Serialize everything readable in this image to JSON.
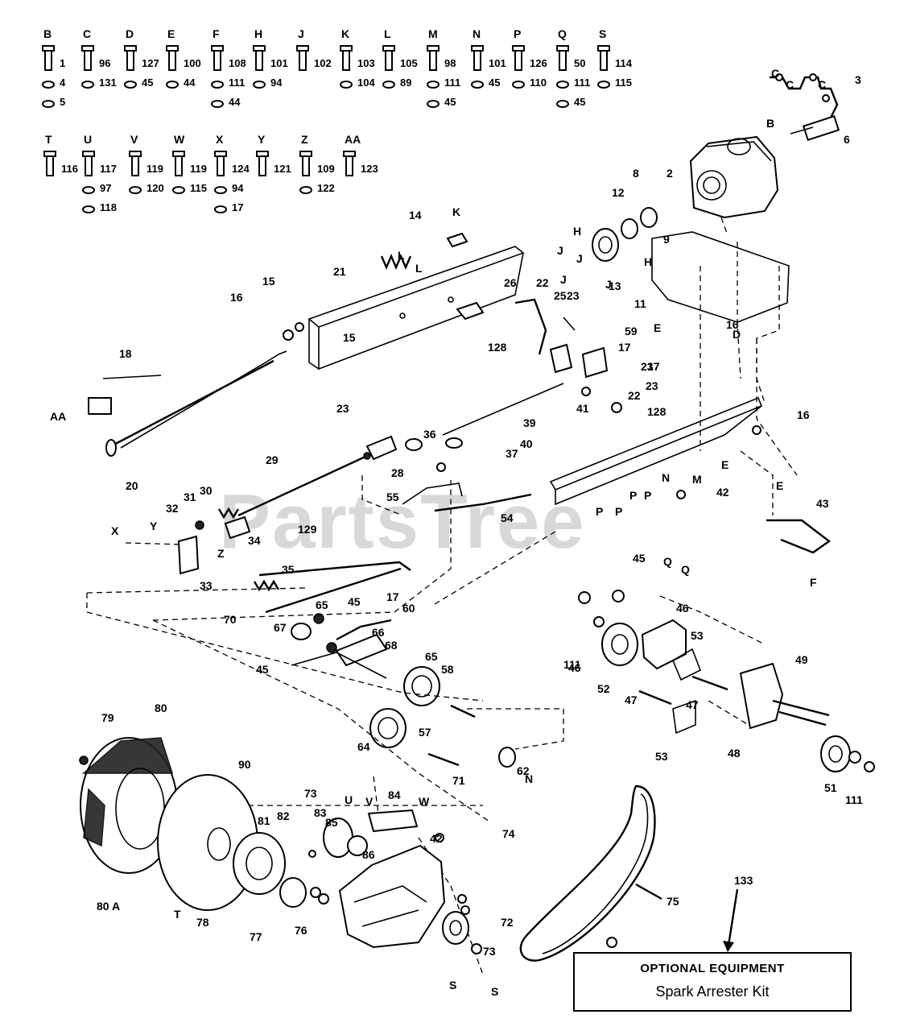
{
  "watermark": "PartsTree",
  "hardware_legend": {
    "row1": [
      {
        "letter": "B",
        "parts": [
          "1",
          "4",
          "5"
        ]
      },
      {
        "letter": "C",
        "parts": [
          "96",
          "131"
        ]
      },
      {
        "letter": "D",
        "parts": [
          "127",
          "45"
        ]
      },
      {
        "letter": "E",
        "parts": [
          "100",
          "44"
        ]
      },
      {
        "letter": "F",
        "parts": [
          "108",
          "111",
          "44"
        ]
      },
      {
        "letter": "H",
        "parts": [
          "101",
          "94"
        ]
      },
      {
        "letter": "J",
        "parts": [
          "102"
        ]
      },
      {
        "letter": "K",
        "parts": [
          "103",
          "104"
        ]
      },
      {
        "letter": "L",
        "parts": [
          "105",
          "89"
        ]
      },
      {
        "letter": "M",
        "parts": [
          "98",
          "111",
          "45"
        ]
      },
      {
        "letter": "N",
        "parts": [
          "101",
          "45"
        ]
      },
      {
        "letter": "P",
        "parts": [
          "126",
          "110"
        ]
      },
      {
        "letter": "Q",
        "parts": [
          "50",
          "111",
          "45"
        ]
      },
      {
        "letter": "S",
        "parts": [
          "114",
          "115"
        ]
      }
    ],
    "row2": [
      {
        "letter": "T",
        "parts": [
          "116"
        ]
      },
      {
        "letter": "U",
        "parts": [
          "117",
          "97",
          "118"
        ]
      },
      {
        "letter": "V",
        "parts": [
          "119",
          "120"
        ]
      },
      {
        "letter": "W",
        "parts": [
          "119",
          "115"
        ]
      },
      {
        "letter": "X",
        "parts": [
          "124",
          "94",
          "17"
        ]
      },
      {
        "letter": "Y",
        "parts": [
          "121"
        ]
      },
      {
        "letter": "Z",
        "parts": [
          "109",
          "122"
        ]
      },
      {
        "letter": "AA",
        "parts": [
          "123"
        ]
      }
    ]
  },
  "callouts": [
    "2",
    "3",
    "6",
    "8",
    "9",
    "11",
    "12",
    "13",
    "14",
    "15",
    "15",
    "16",
    "16",
    "16",
    "17",
    "17",
    "17",
    "18",
    "20",
    "21",
    "22",
    "22",
    "23",
    "23",
    "23",
    "23",
    "25",
    "26",
    "28",
    "29",
    "30",
    "31",
    "32",
    "33",
    "34",
    "35",
    "36",
    "37",
    "39",
    "40",
    "41",
    "42",
    "42",
    "43",
    "45",
    "45",
    "45",
    "46",
    "46",
    "47",
    "47",
    "48",
    "49",
    "51",
    "52",
    "53",
    "53",
    "54",
    "55",
    "57",
    "58",
    "59",
    "60",
    "62",
    "64",
    "65",
    "65",
    "66",
    "67",
    "68",
    "70",
    "71",
    "72",
    "73",
    "73",
    "74",
    "75",
    "76",
    "77",
    "78",
    "79",
    "80",
    "80 A",
    "81",
    "82",
    "83",
    "84",
    "85",
    "86",
    "90",
    "111",
    "111",
    "128",
    "128",
    "129",
    "133"
  ],
  "letter_tags": [
    "B",
    "C",
    "C",
    "C",
    "E",
    "E",
    "E",
    "D",
    "F",
    "H",
    "H",
    "J",
    "J",
    "J",
    "J",
    "K",
    "L",
    "L",
    "M",
    "N",
    "N",
    "P",
    "P",
    "P",
    "P",
    "Q",
    "Q",
    "S",
    "S",
    "T",
    "U",
    "V",
    "W",
    "X",
    "Y",
    "Z",
    "AA"
  ],
  "optional_box": {
    "heading": "OPTIONAL EQUIPMENT",
    "item": "Spark Arrester Kit"
  }
}
